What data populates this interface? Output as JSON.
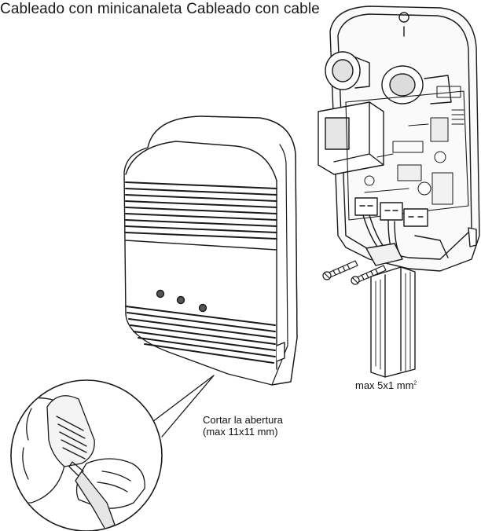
{
  "heading": "Cableado con minicanaleta Cableado con cable",
  "wire_spec": {
    "text": "max 5x1 mm",
    "superscript": "2"
  },
  "cut_note": {
    "line1": "Cortar la abertura",
    "line2": "(max 11x11 mm)"
  },
  "colors": {
    "line": "#1a1a1a",
    "background": "#ffffff",
    "shade": "#d9d9d9"
  },
  "icons": [
    "screw-icon",
    "hand-icon",
    "cutter-icon"
  ]
}
